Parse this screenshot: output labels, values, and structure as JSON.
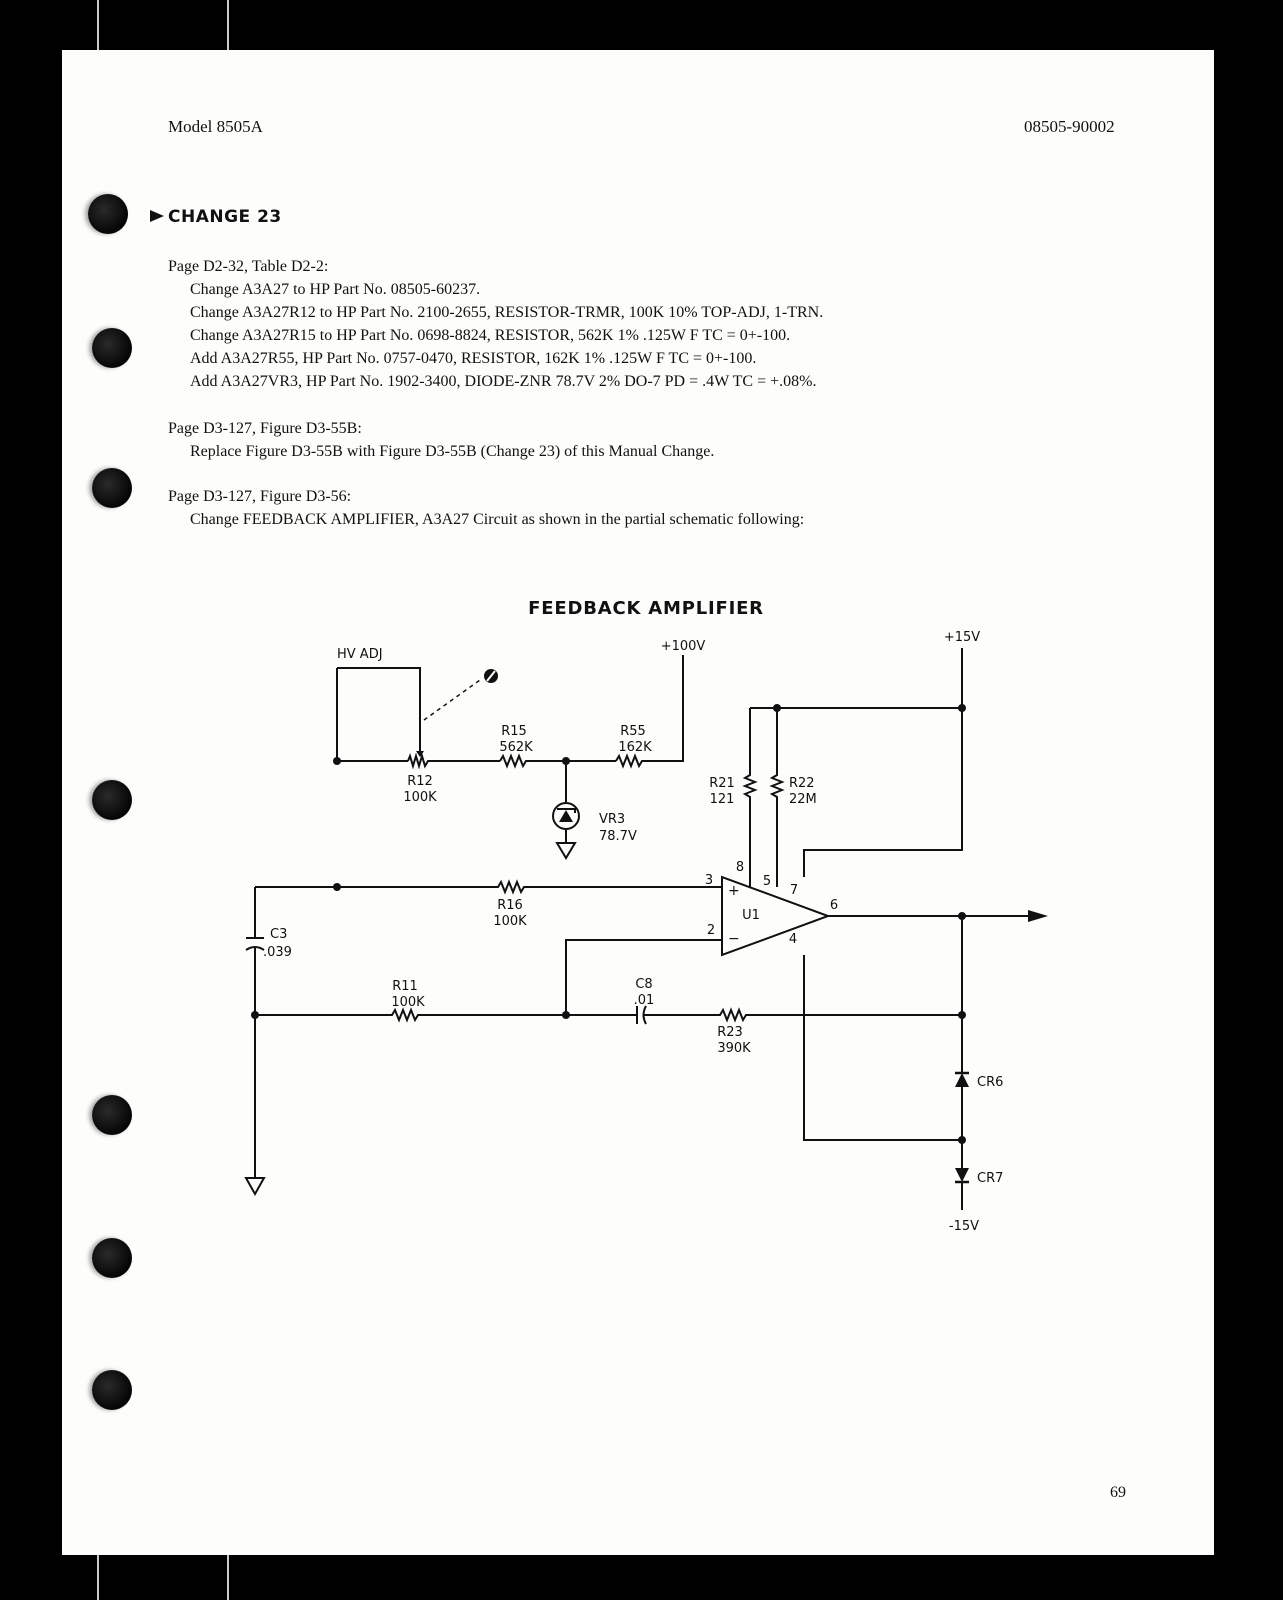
{
  "header": {
    "model": "Model 8505A",
    "doc_number": "08505-90002"
  },
  "change": {
    "title": "CHANGE 23"
  },
  "sections": [
    {
      "heading": "Page D2-32, Table D2-2:",
      "lines": [
        "Change A3A27 to HP Part No. 08505-60237.",
        "Change A3A27R12 to HP Part No. 2100-2655, RESISTOR-TRMR, 100K  10%  TOP-ADJ, 1-TRN.",
        "Change A3A27R15 to HP Part No. 0698-8824, RESISTOR, 562K  1%  .125W  F  TC = 0+-100.",
        "Add A3A27R55, HP Part No. 0757-0470, RESISTOR, 162K  1%  .125W  F  TC = 0+-100.",
        "Add A3A27VR3, HP Part No. 1902-3400, DIODE-ZNR 78.7V  2%  DO-7  PD = .4W  TC = +.08%."
      ]
    },
    {
      "heading": "Page D3-127, Figure D3-55B:",
      "lines": [
        "Replace Figure D3-55B with Figure D3-55B (Change 23) of this Manual Change."
      ]
    },
    {
      "heading": "Page D3-127, Figure D3-56:",
      "lines": [
        "Change FEEDBACK AMPLIFIER, A3A27 Circuit as shown in the partial schematic following:"
      ]
    }
  ],
  "schematic": {
    "title": "FEEDBACK AMPLIFIER",
    "rails": {
      "p100": "+100V",
      "p15": "+15V",
      "m15": "-15V"
    },
    "hv_adj": "HV  ADJ",
    "components": {
      "r12": {
        "ref": "R12",
        "value": "100K"
      },
      "r15": {
        "ref": "R15",
        "value": "562K"
      },
      "r55": {
        "ref": "R55",
        "value": "162K"
      },
      "vr3": {
        "ref": "VR3",
        "value": "78.7V"
      },
      "r21": {
        "ref": "R21",
        "value": "121"
      },
      "r22": {
        "ref": "R22",
        "value": "22M"
      },
      "r16": {
        "ref": "R16",
        "value": "100K"
      },
      "c3": {
        "ref": "C3",
        "value": ".039"
      },
      "r11": {
        "ref": "R11",
        "value": "100K"
      },
      "c8": {
        "ref": "C8",
        "value": ".01"
      },
      "r23": {
        "ref": "R23",
        "value": "390K"
      },
      "u1": {
        "ref": "U1"
      },
      "cr6": {
        "ref": "CR6"
      },
      "cr7": {
        "ref": "CR7"
      }
    },
    "pins": {
      "p3": "3",
      "p2": "2",
      "p8": "8",
      "p5": "5",
      "p7": "7",
      "p6": "6",
      "p4": "4",
      "plus": "+",
      "minus": "−"
    }
  },
  "page_number": "69"
}
